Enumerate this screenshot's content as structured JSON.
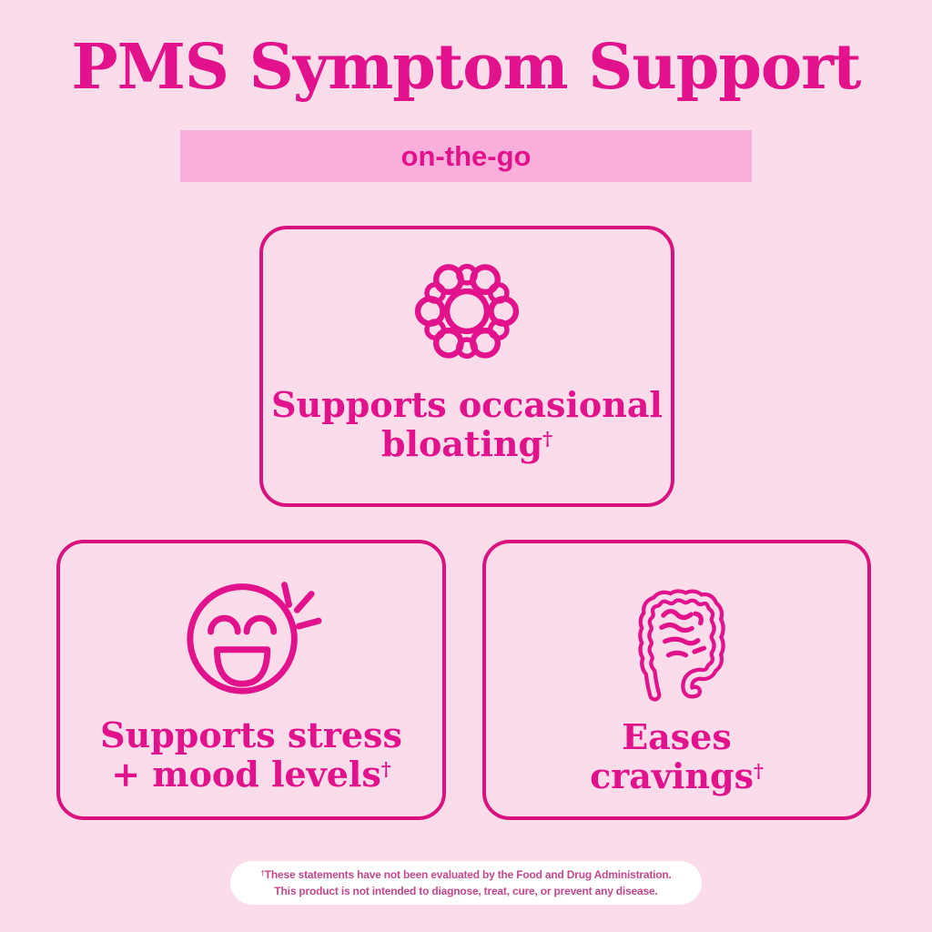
{
  "colors": {
    "background": "#FADCEA",
    "accent": "#E2128D",
    "banner_bg": "#F9AEDC",
    "card_border": "#D81380",
    "disclaimer_bg": "#FFFFFF",
    "disclaimer_text": "#C2498D"
  },
  "header": {
    "title": "PMS Symptom Support",
    "banner_label": "on-the-go"
  },
  "cards": [
    {
      "icon": "cells-cluster-icon",
      "lines": [
        "Supports occasional",
        "bloating"
      ],
      "sup": "†"
    },
    {
      "icon": "happy-face-icon",
      "lines": [
        "Supports stress",
        "+ mood levels"
      ],
      "sup": "†"
    },
    {
      "icon": "intestines-icon",
      "lines": [
        "Eases",
        "cravings"
      ],
      "sup": "†"
    }
  ],
  "disclaimer": {
    "sup": "†",
    "line1": "These statements have not been evaluated by the Food and Drug Administration.",
    "line2": "This product is not intended to diagnose, treat, cure, or prevent any disease."
  }
}
